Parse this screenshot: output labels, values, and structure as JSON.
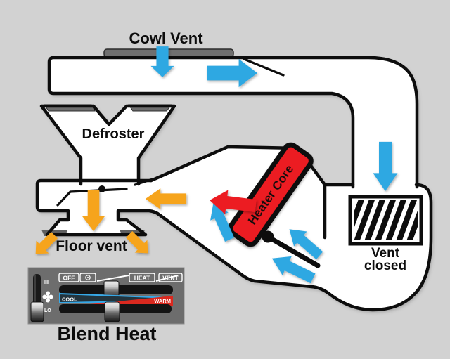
{
  "labels": {
    "cowl_vent": "Cowl Vent",
    "defroster": "Defroster",
    "floor_vent": "Floor vent",
    "heater_core": "Heater Core",
    "vent_closed": [
      "Vent",
      "closed"
    ],
    "blend_heat": "Blend Heat"
  },
  "control_panel": {
    "modes": [
      "OFF",
      "HEAT",
      "VENT"
    ],
    "fan": {
      "high": "HI",
      "low": "LO"
    },
    "temperature": {
      "cool": "COOL",
      "warm": "WARM"
    },
    "icons": [
      "defrost-mode-icon",
      "fan-icon"
    ],
    "mode_knob_position": "HEAT",
    "temp_knob_position": "center-blend",
    "fan_knob_position": "LO"
  },
  "colors": {
    "background": "#d2d2d2",
    "duct_fill": "#ffffff",
    "outline": "#0d0d0d",
    "cold_air_blue": "#2fa8e2",
    "hot_air_red": "#ec1b23",
    "blend_air_orange": "#f6a41d",
    "heater_core_red": "#ec1b23",
    "panel_gray": "#6d6d6d",
    "vent_strip_gray": "#6f6f6f"
  },
  "airflow_arrows": [
    {
      "name": "cowl-intake",
      "color": "blue",
      "direction": "down"
    },
    {
      "name": "duct-flow",
      "color": "blue",
      "direction": "right"
    },
    {
      "name": "vent-duct-flow",
      "color": "blue",
      "direction": "down"
    },
    {
      "name": "through-core",
      "color": "blue",
      "direction": "up-left"
    },
    {
      "name": "blower-to-core-upper",
      "color": "blue",
      "direction": "up-left"
    },
    {
      "name": "blower-to-core-lower",
      "color": "blue",
      "direction": "up-left"
    },
    {
      "name": "heated-air-out",
      "color": "red",
      "direction": "left"
    },
    {
      "name": "blended-to-plenum",
      "color": "orange",
      "direction": "left"
    },
    {
      "name": "floor-feed",
      "color": "orange",
      "direction": "down"
    },
    {
      "name": "floor-out-left",
      "color": "orange",
      "direction": "down-left"
    },
    {
      "name": "floor-out-right",
      "color": "orange",
      "direction": "down-right"
    }
  ]
}
